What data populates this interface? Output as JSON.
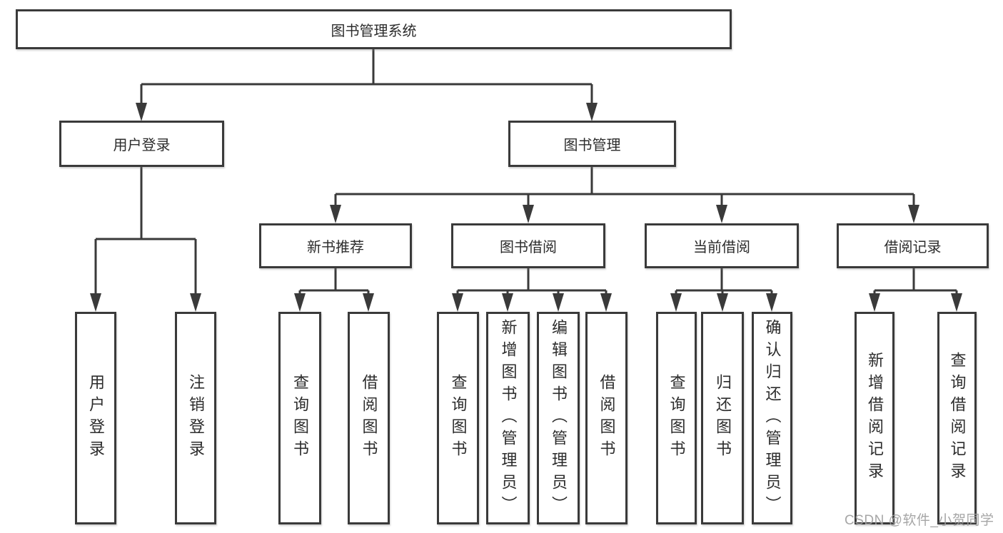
{
  "diagram": {
    "root": {
      "label": "图书管理系统"
    },
    "level2": [
      {
        "label": "用户登录"
      },
      {
        "label": "图书管理"
      }
    ],
    "level3": [
      {
        "label": "新书推荐"
      },
      {
        "label": "图书借阅"
      },
      {
        "label": "当前借阅"
      },
      {
        "label": "借阅记录"
      }
    ],
    "leaves": [
      {
        "label": "用户登录"
      },
      {
        "label": "注销登录"
      },
      {
        "label": "查询图书"
      },
      {
        "label": "借阅图书"
      },
      {
        "label": "查询图书"
      },
      {
        "label": "新增图书（管理员）"
      },
      {
        "label": "编辑图书（管理员）"
      },
      {
        "label": "借阅图书"
      },
      {
        "label": "查询图书"
      },
      {
        "label": "归还图书"
      },
      {
        "label": "确认归还（管理员）"
      },
      {
        "label": "新增借阅记录"
      },
      {
        "label": "查询借阅记录"
      }
    ],
    "colors": {
      "line": "#3a3a3a",
      "text": "#2c2c2c",
      "background": "#ffffff",
      "watermark": "#9e9e9e"
    }
  },
  "watermark": {
    "text": "CSDN @软件_小贺同学"
  }
}
